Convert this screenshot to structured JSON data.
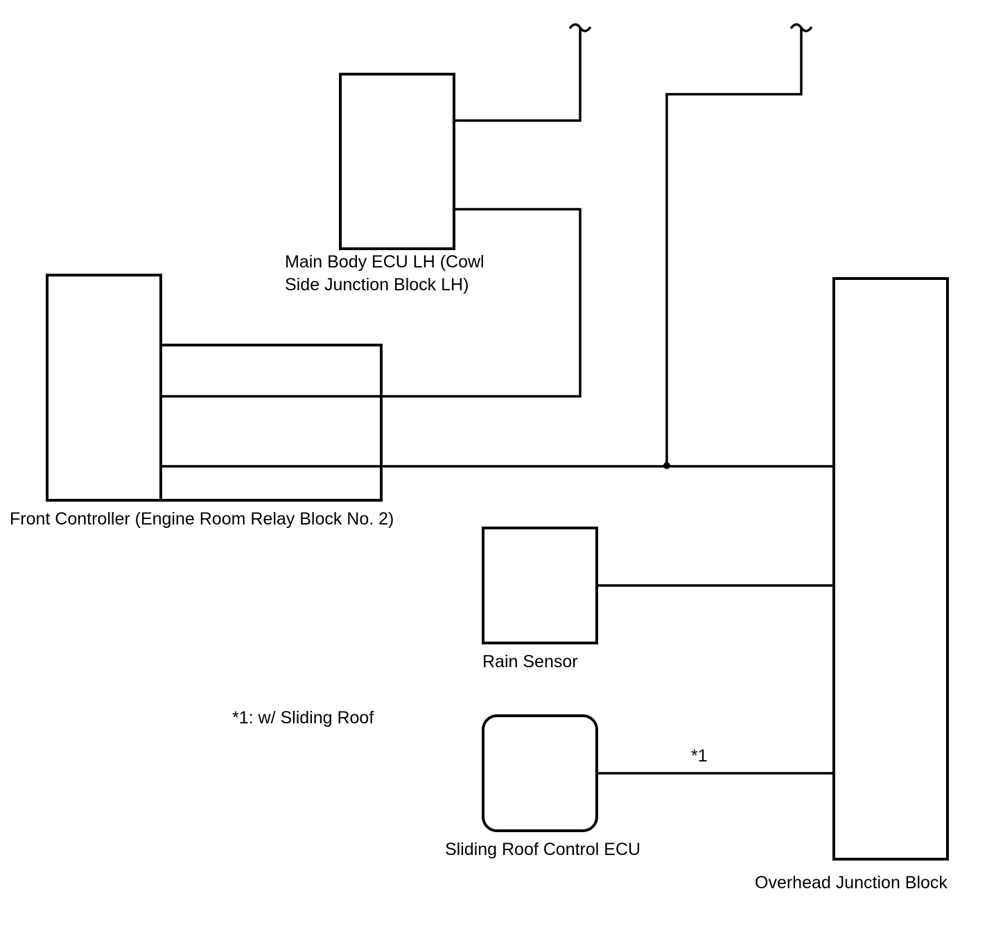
{
  "components": {
    "main_body_ecu": {
      "label_line1": "Main Body ECU LH (Cowl",
      "label_line2": "Side Junction Block LH)"
    },
    "front_controller": {
      "label": "Front Controller (Engine Room Relay Block No. 2)"
    },
    "rain_sensor": {
      "label": "Rain Sensor"
    },
    "sliding_roof_ecu": {
      "label": "Sliding Roof Control ECU"
    },
    "overhead_jb": {
      "label": "Overhead Junction Block"
    }
  },
  "notes": {
    "footnote": "*1: w/ Sliding Roof",
    "wire_marker": "*1"
  },
  "colors": {
    "stroke": "#000000",
    "background": "#ffffff"
  }
}
